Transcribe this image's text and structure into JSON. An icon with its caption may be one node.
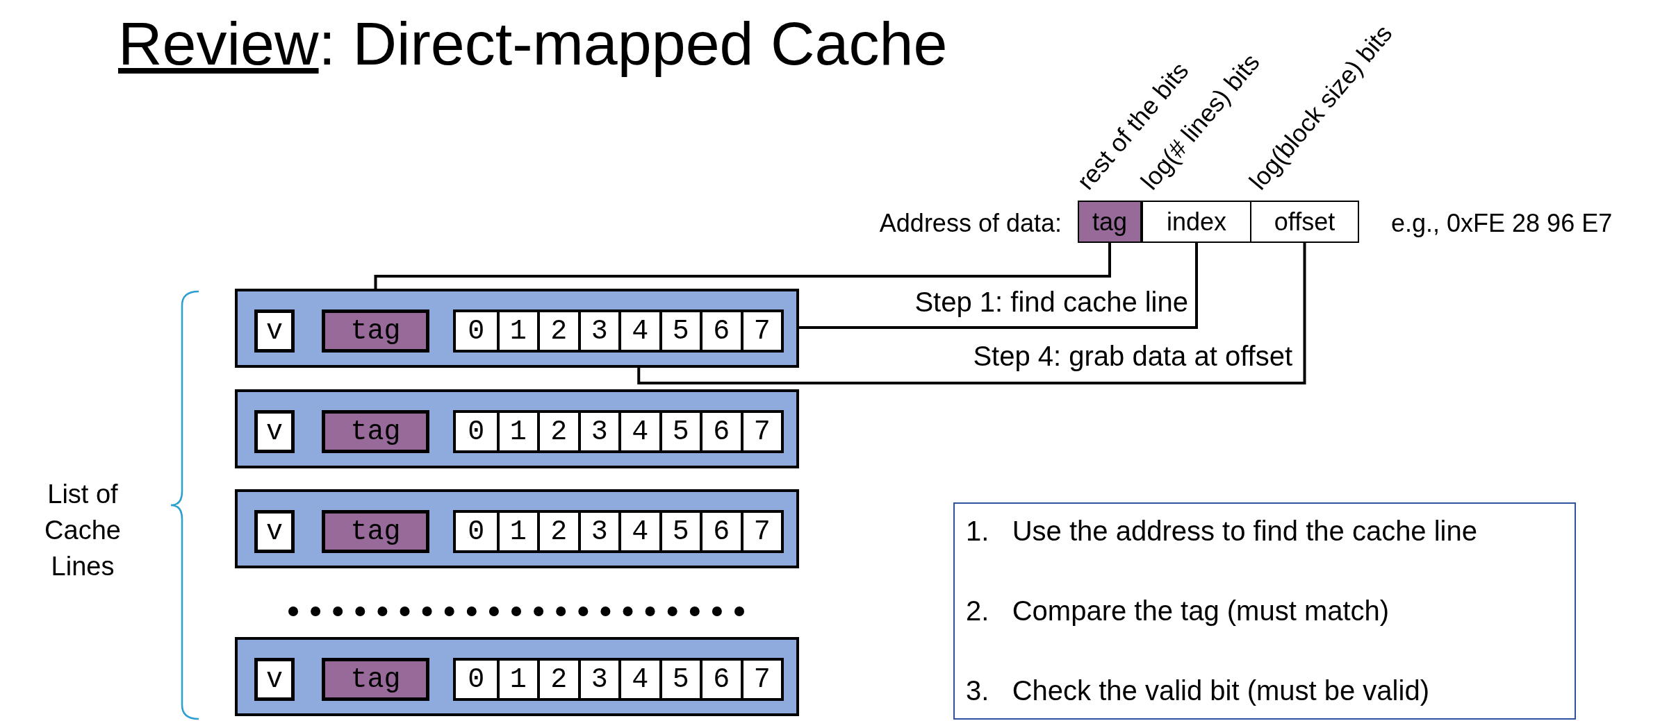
{
  "diagram": {
    "title": "Review: Direct-mapped Cache",
    "nodes": [
      {
        "text": [
          "tag"
        ],
        "beside": [
          "rest of the bits"
        ]
      },
      {
        "text": [
          "index"
        ],
        "beside": [
          "log(# lines) bits"
        ]
      },
      {
        "text": [
          "offset"
        ],
        "beside": [
          "log(block size) bits"
        ]
      },
      {
        "text": [],
        "shape": "box"
      },
      {
        "text": [
          "v"
        ],
        "in": 3
      },
      {
        "text": [
          "tag"
        ],
        "in": 3
      },
      {
        "text": [],
        "shape": "box",
        "in": 3
      },
      {
        "text": [
          "0"
        ],
        "in": 6
      },
      {
        "text": [
          "1"
        ],
        "in": 6
      },
      {
        "text": [
          "2"
        ],
        "in": 6
      },
      {
        "text": [
          "3"
        ],
        "in": 6
      },
      {
        "text": [
          "4"
        ],
        "in": 6
      },
      {
        "text": [
          "5"
        ],
        "in": 6
      },
      {
        "text": [
          "6"
        ],
        "in": 6
      },
      {
        "text": [
          "7"
        ],
        "in": 6
      },
      {
        "text": [],
        "shape": "box"
      },
      {
        "text": [
          "v"
        ],
        "in": 15
      },
      {
        "text": [
          "tag"
        ],
        "in": 15
      },
      {
        "text": [],
        "shape": "box",
        "in": 15
      },
      {
        "text": [
          "0"
        ],
        "in": 18
      },
      {
        "text": [
          "1"
        ],
        "in": 18
      },
      {
        "text": [
          "2"
        ],
        "in": 18
      },
      {
        "text": [
          "3"
        ],
        "in": 18
      },
      {
        "text": [
          "4"
        ],
        "in": 18
      },
      {
        "text": [
          "5"
        ],
        "in": 18
      },
      {
        "text": [
          "6"
        ],
        "in": 18
      },
      {
        "text": [
          "7"
        ],
        "in": 18
      },
      {
        "text": [],
        "shape": "box"
      },
      {
        "text": [
          "v"
        ],
        "in": 27
      },
      {
        "text": [
          "tag"
        ],
        "in": 27
      },
      {
        "text": [],
        "shape": "box",
        "in": 27
      },
      {
        "text": [
          "0"
        ],
        "in": 30
      },
      {
        "text": [
          "1"
        ],
        "in": 30
      },
      {
        "text": [
          "2"
        ],
        "in": 30
      },
      {
        "text": [
          "3"
        ],
        "in": 30
      },
      {
        "text": [
          "4"
        ],
        "in": 30
      },
      {
        "text": [
          "5"
        ],
        "in": 30
      },
      {
        "text": [
          "6"
        ],
        "in": 30
      },
      {
        "text": [
          "7"
        ],
        "in": 30
      },
      {
        "text": [],
        "shape": "box"
      },
      {
        "text": [
          "v"
        ],
        "in": 39
      },
      {
        "text": [
          "tag"
        ],
        "in": 39
      },
      {
        "text": [],
        "shape": "box",
        "in": 39
      },
      {
        "text": [
          "0"
        ],
        "in": 42
      },
      {
        "text": [
          "1"
        ],
        "in": 42
      },
      {
        "text": [
          "2"
        ],
        "in": 42
      },
      {
        "text": [
          "3"
        ],
        "in": 42
      },
      {
        "text": [
          "4"
        ],
        "in": 42
      },
      {
        "text": [
          "5"
        ],
        "in": 42
      },
      {
        "text": [
          "6"
        ],
        "in": 42
      },
      {
        "text": [
          "7"
        ],
        "in": 42
      },
      {
        "text": [
          "1.   Use the address to find the cache line",
          "2.   Compare the tag (must match)",
          "3.   Check the valid bit (must be valid)"
        ]
      }
    ],
    "edges": [
      {
        "from": 0,
        "to": 5,
        "arrow": "none"
      },
      {
        "from": 1,
        "to": 3,
        "arrow": "none",
        "label": "Step 1: find cache line"
      },
      {
        "from": 2,
        "to": 11,
        "arrow": "none",
        "label": "Step 4: grab data at offset"
      }
    ],
    "labels": [
      "Address of data:",
      "e.g., 0xFE 28 96 E7",
      "List of Cache Lines"
    ]
  }
}
